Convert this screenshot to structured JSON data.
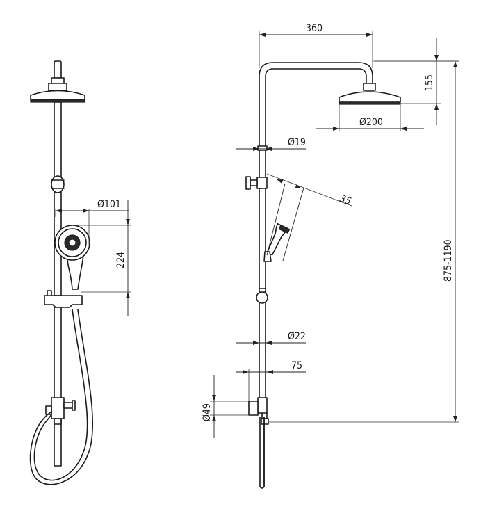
{
  "dimensions": {
    "arm_length": "360",
    "head_drop": "155",
    "head_diameter": "Ø200",
    "pipe_diameter_upper": "Ø19",
    "tilt_angle": "35",
    "height_range": "875-1190",
    "pipe_diameter_lower": "Ø22",
    "mixer_offset": "75",
    "connector_diameter": "Ø49",
    "hand_shower_diameter": "Ø101",
    "hand_shower_length": "224"
  },
  "colors": {
    "line": "#1a1a1a",
    "background": "#ffffff"
  }
}
